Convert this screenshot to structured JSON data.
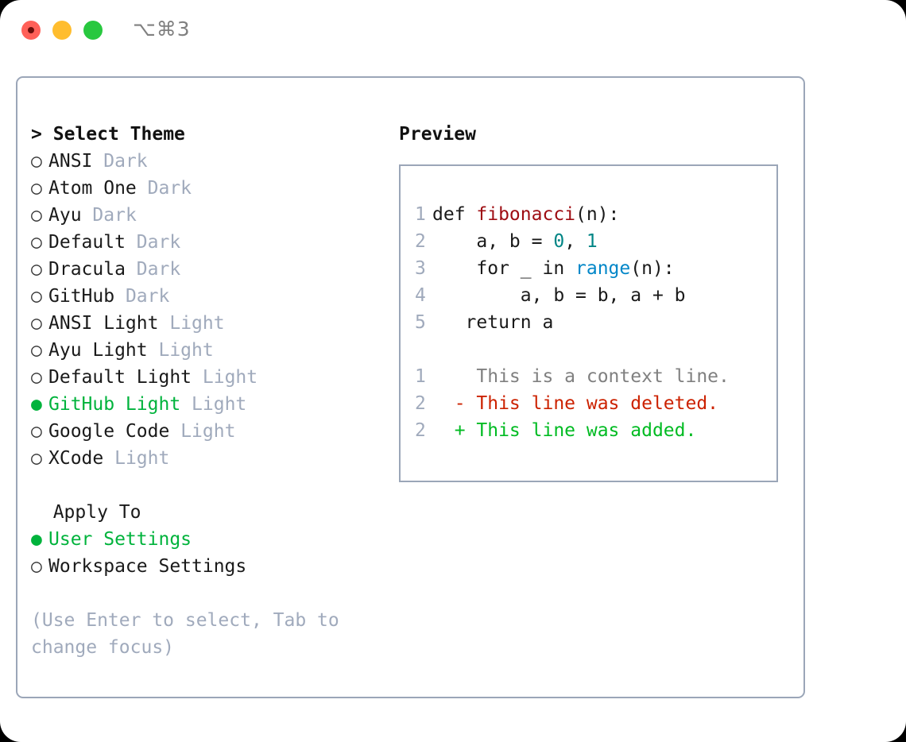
{
  "window": {
    "traffic_lights": [
      "close",
      "minimize",
      "maximize"
    ],
    "shortcut_label": "⌥⌘3"
  },
  "theme_section": {
    "marker": ">",
    "title": "Select Theme",
    "items": [
      {
        "name": "ANSI",
        "badge": "Dark",
        "selected": false
      },
      {
        "name": "Atom One",
        "badge": "Dark",
        "selected": false
      },
      {
        "name": "Ayu",
        "badge": "Dark",
        "selected": false
      },
      {
        "name": "Default",
        "badge": "Dark",
        "selected": false
      },
      {
        "name": "Dracula",
        "badge": "Dark",
        "selected": false
      },
      {
        "name": "GitHub",
        "badge": "Dark",
        "selected": false
      },
      {
        "name": "ANSI Light",
        "badge": "Light",
        "selected": false
      },
      {
        "name": "Ayu Light",
        "badge": "Light",
        "selected": false
      },
      {
        "name": "Default Light",
        "badge": "Light",
        "selected": false
      },
      {
        "name": "GitHub Light",
        "badge": "Light",
        "selected": true
      },
      {
        "name": "Google Code",
        "badge": "Light",
        "selected": false
      },
      {
        "name": "XCode",
        "badge": "Light",
        "selected": false
      }
    ]
  },
  "apply_to_section": {
    "title": "Apply To",
    "items": [
      {
        "name": "User Settings",
        "selected": true
      },
      {
        "name": "Workspace Settings",
        "selected": false
      }
    ]
  },
  "hint_text": "(Use Enter to select, Tab to change focus)",
  "preview": {
    "title": "Preview",
    "code_lines": [
      {
        "number": "1",
        "tokens": [
          {
            "text": "def ",
            "type": "plain"
          },
          {
            "text": "fibonacci",
            "type": "fn"
          },
          {
            "text": "(n):",
            "type": "plain"
          }
        ]
      },
      {
        "number": "2",
        "tokens": [
          {
            "text": "    a, b = ",
            "type": "plain"
          },
          {
            "text": "0",
            "type": "num"
          },
          {
            "text": ", ",
            "type": "plain"
          },
          {
            "text": "1",
            "type": "num"
          }
        ]
      },
      {
        "number": "3",
        "tokens": [
          {
            "text": "    for _ in ",
            "type": "plain"
          },
          {
            "text": "range",
            "type": "builtin"
          },
          {
            "text": "(n):",
            "type": "plain"
          }
        ]
      },
      {
        "number": "4",
        "tokens": [
          {
            "text": "        a, b = b, a + b",
            "type": "plain"
          }
        ]
      },
      {
        "number": "5",
        "tokens": [
          {
            "text": "   return a",
            "type": "plain"
          }
        ]
      }
    ],
    "diff_lines": [
      {
        "number": "1",
        "sign": " ",
        "text": " This is a context line.",
        "kind": "context"
      },
      {
        "number": "2",
        "sign": "-",
        "text": " This line was deleted.",
        "kind": "deleted"
      },
      {
        "number": "2",
        "sign": "+",
        "text": " This line was added.",
        "kind": "added"
      }
    ]
  },
  "colors": {
    "accent_green": "#00B33C",
    "badge_gray": "#A0AABC",
    "border": "#9BA6B8",
    "token_function": "#9E0C12",
    "token_number": "#008585",
    "token_builtin": "#0086C8",
    "diff_added": "#00BB22",
    "diff_deleted": "#CC2200",
    "diff_context": "#808080",
    "traffic_red": "#FF6058",
    "traffic_yellow": "#FFBD2E",
    "traffic_green": "#28C83F"
  }
}
